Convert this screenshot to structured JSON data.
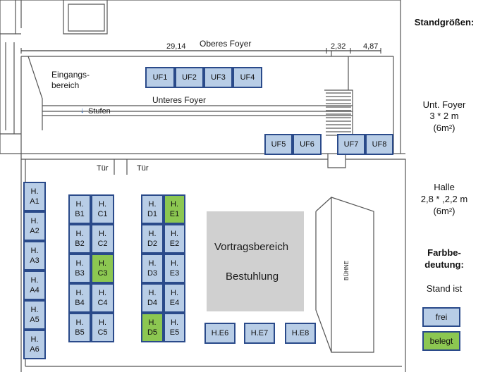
{
  "plan": {
    "dimensions": {
      "upper_foyer_length": "29,14",
      "segment_a": "2,32",
      "segment_b": "4,87"
    },
    "areas": {
      "upper_foyer": "Oberes Foyer",
      "entrance": "Eingangs-\nbereich",
      "lower_foyer": "Unteres Foyer",
      "steps": "Stufen",
      "door_1": "Tür",
      "door_2": "Tür",
      "stage": "BÜHNE"
    },
    "lecture_area": {
      "title": "Vortragsbereich",
      "subtitle": "Bestuhlung",
      "color": "#d0d0d0"
    },
    "foyer_booths": [
      {
        "label": "UF1",
        "status": "frei"
      },
      {
        "label": "UF2",
        "status": "frei"
      },
      {
        "label": "UF3",
        "status": "frei"
      },
      {
        "label": "UF4",
        "status": "frei"
      },
      {
        "label": "UF5",
        "status": "frei"
      },
      {
        "label": "UF6",
        "status": "frei"
      },
      {
        "label": "UF7",
        "status": "frei"
      },
      {
        "label": "UF8",
        "status": "frei"
      }
    ],
    "hall_booths": [
      {
        "prefix": "H.",
        "code": "A1",
        "status": "frei"
      },
      {
        "prefix": "H.",
        "code": "A2",
        "status": "frei"
      },
      {
        "prefix": "H.",
        "code": "A3",
        "status": "frei"
      },
      {
        "prefix": "H.",
        "code": "A4",
        "status": "frei"
      },
      {
        "prefix": "H.",
        "code": "A5",
        "status": "frei"
      },
      {
        "prefix": "H.",
        "code": "A6",
        "status": "frei"
      },
      {
        "prefix": "H.",
        "code": "B1",
        "status": "frei"
      },
      {
        "prefix": "H.",
        "code": "B2",
        "status": "frei"
      },
      {
        "prefix": "H.",
        "code": "B3",
        "status": "frei"
      },
      {
        "prefix": "H.",
        "code": "B4",
        "status": "frei"
      },
      {
        "prefix": "H.",
        "code": "B5",
        "status": "frei"
      },
      {
        "prefix": "H.",
        "code": "C1",
        "status": "frei"
      },
      {
        "prefix": "H.",
        "code": "C2",
        "status": "frei"
      },
      {
        "prefix": "H.",
        "code": "C3",
        "status": "belegt"
      },
      {
        "prefix": "H.",
        "code": "C4",
        "status": "frei"
      },
      {
        "prefix": "H.",
        "code": "C5",
        "status": "frei"
      },
      {
        "prefix": "H.",
        "code": "D1",
        "status": "frei"
      },
      {
        "prefix": "H.",
        "code": "D2",
        "status": "frei"
      },
      {
        "prefix": "H.",
        "code": "D3",
        "status": "frei"
      },
      {
        "prefix": "H.",
        "code": "D4",
        "status": "frei"
      },
      {
        "prefix": "H.",
        "code": "D5",
        "status": "belegt"
      },
      {
        "prefix": "H.",
        "code": "E1",
        "status": "belegt"
      },
      {
        "prefix": "H.",
        "code": "E2",
        "status": "frei"
      },
      {
        "prefix": "H.",
        "code": "E3",
        "status": "frei"
      },
      {
        "prefix": "H.",
        "code": "E4",
        "status": "frei"
      },
      {
        "prefix": "H.",
        "code": "E5",
        "status": "frei"
      },
      {
        "prefix": "",
        "code": "H.E6",
        "status": "frei"
      },
      {
        "prefix": "",
        "code": "H.E7",
        "status": "frei"
      },
      {
        "prefix": "",
        "code": "H.E8",
        "status": "frei"
      }
    ]
  },
  "sidebar": {
    "sizes_title": "Standgrößen:",
    "foyer_title": "Unt. Foyer",
    "foyer_dims": "3 * 2 m",
    "foyer_area": "(6m²)",
    "hall_title": "Halle",
    "hall_dims": "2,8 * ,2,2 m",
    "hall_area": "(6m²)",
    "color_title_1": "Farbbe-",
    "color_title_2": "deutung:",
    "stand_is": "Stand ist",
    "legend_free": "frei",
    "legend_taken": "belegt"
  },
  "colors": {
    "frei": "#b8cde6",
    "belegt": "#8cc751",
    "border": "#2a4a8a"
  }
}
